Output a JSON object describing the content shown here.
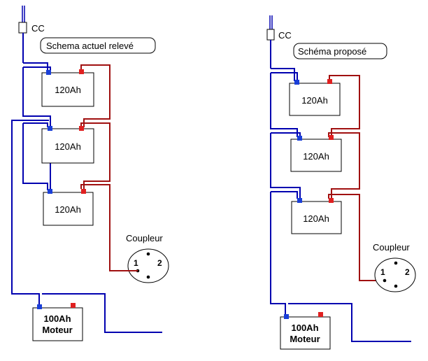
{
  "colors": {
    "negative": "#0000b0",
    "positive": "#a01010",
    "neg_terminal": "#1a3fd8",
    "pos_terminal": "#e02020",
    "outline": "#000000"
  },
  "left": {
    "cc_label": "CC",
    "title": "Schema actuel relevé",
    "batteries": [
      "120Ah",
      "120Ah",
      "120Ah"
    ],
    "motor": {
      "line1": "100Ah",
      "line2": "Moteur"
    },
    "coupler": {
      "label": "Coupleur",
      "pin1": "1",
      "pin2": "2"
    }
  },
  "right": {
    "cc_label": "CC",
    "title": "Schéma proposé",
    "batteries": [
      "120Ah",
      "120Ah",
      "120Ah"
    ],
    "motor": {
      "line1": "100Ah",
      "line2": "Moteur"
    },
    "coupler": {
      "label": "Coupleur",
      "pin1": "1",
      "pin2": "2"
    }
  }
}
